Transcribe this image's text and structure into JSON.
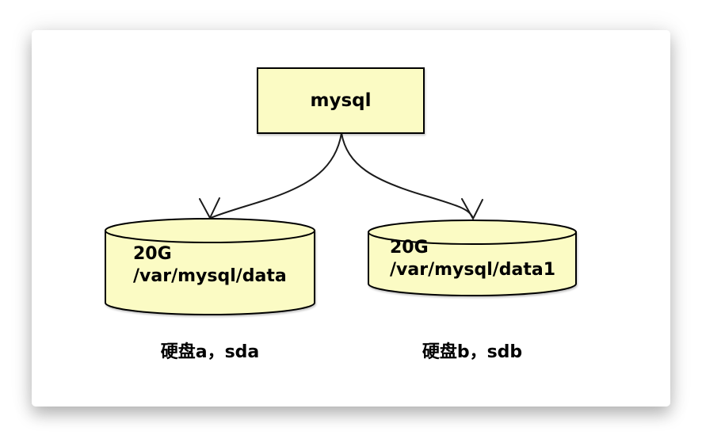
{
  "diagram": {
    "root": {
      "label": "mysql"
    },
    "disks": [
      {
        "capacity": "20G",
        "mount_path": "/var/mysql/data",
        "caption": "硬盘a，sda"
      },
      {
        "capacity": "20G",
        "mount_path": "/var/mysql/data1",
        "caption": "硬盘b，sdb"
      }
    ],
    "colors": {
      "node_fill": "#FBFBC4",
      "node_stroke": "#000000",
      "connector_stroke": "#1b1b1b",
      "text": "#000000",
      "card_background": "#ffffff"
    }
  }
}
